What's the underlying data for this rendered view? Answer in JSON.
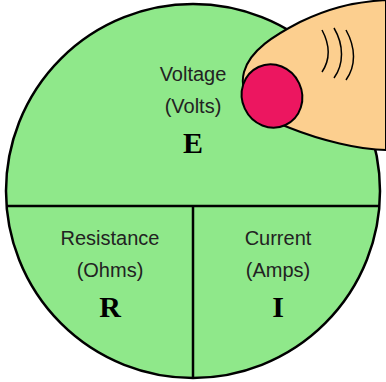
{
  "diagram": {
    "nodes": [
      {
        "text": [
          "Voltage (Volts)",
          "E"
        ]
      },
      {
        "text": [
          "Resistance (Ohms)",
          "R"
        ]
      },
      {
        "text": [
          "Current (Amps)",
          "I"
        ]
      }
    ]
  }
}
